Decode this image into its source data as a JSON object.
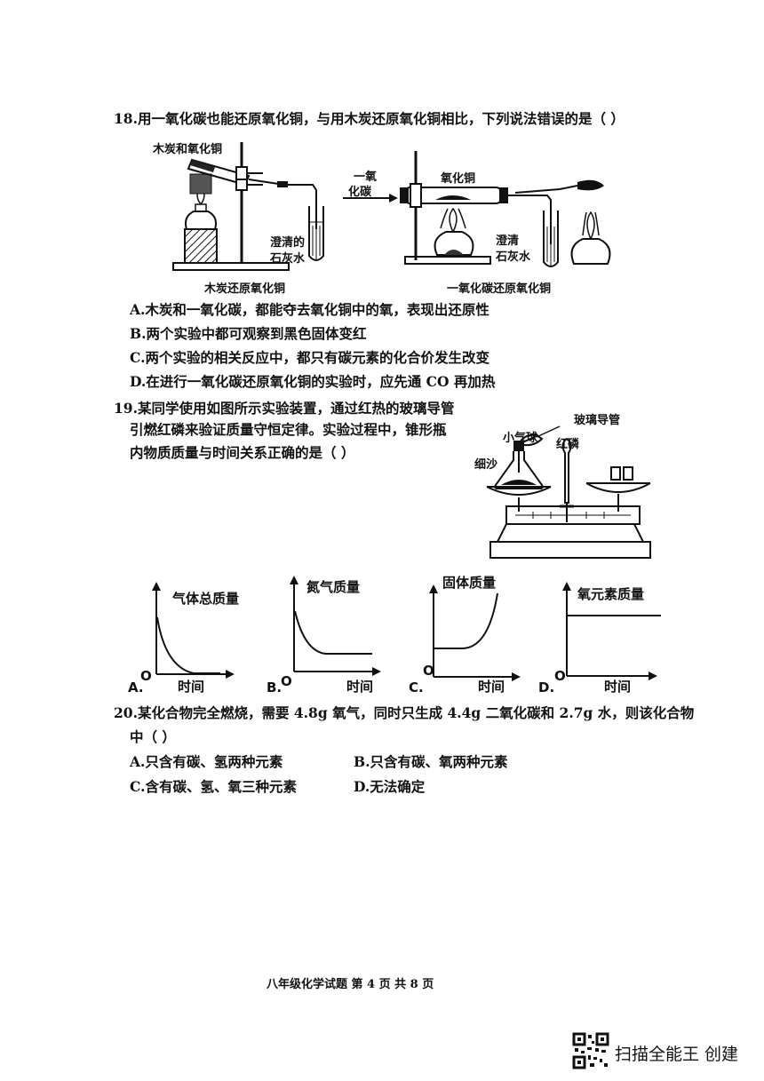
{
  "q18": {
    "stem": "18.用一氧化碳也能还原氧化铜，与用木炭还原氧化铜相比，下列说法错误的是（        ）",
    "fig_left": {
      "label_reactants": "木炭和氧化铜",
      "label_limewater_1": "澄清的",
      "label_limewater_2": "石灰水",
      "caption": "木炭还原氧化铜"
    },
    "fig_right": {
      "label_gas_1": "一氧",
      "label_gas_2": "化碳",
      "label_cuo": "氧化铜",
      "label_limewater_1": "澄清",
      "label_limewater_2": "石灰水",
      "caption": "一氧化碳还原氧化铜"
    },
    "options": [
      "A.木炭和一氧化碳，都能夺去氧化铜中的氧，表现出还原性",
      "B.两个实验中都可观察到黑色固体变红",
      "C.两个实验的相关反应中，都只有碳元素的化合价发生改变",
      "D.在进行一氧化碳还原氧化铜的实验时，应先通 CO 再加热"
    ]
  },
  "q19": {
    "stem_line1": "19.某同学使用如图所示实验装置，通过红热的玻璃导管",
    "stem_line2": "引燃红磷来验证质量守恒定律。实验过程中，锥形瓶",
    "stem_line3": "内物质质量与时间关系正确的是（        ）",
    "fig": {
      "label_balloon": "小气球",
      "label_tube": "玻璃导管",
      "label_phosphorus": "红磷",
      "label_sand": "细沙"
    },
    "graphs": [
      {
        "letter": "A.",
        "ylabel": "气体总质量",
        "xlabel": "时间",
        "origin": "O"
      },
      {
        "letter": "B.",
        "ylabel": "氮气质量",
        "xlabel": "时间",
        "origin": "O"
      },
      {
        "letter": "C.",
        "ylabel": "固体质量",
        "xlabel": "时间",
        "origin": "O"
      },
      {
        "letter": "D.",
        "ylabel": "氧元素质量",
        "xlabel": "时间",
        "origin": "O"
      }
    ]
  },
  "q20": {
    "stem_line1": "20.某化合物完全燃烧，需要 4.8g 氧气，同时只生成 4.4g 二氧化碳和 2.7g 水，则该化合物",
    "stem_line2": "中（        ）",
    "options": [
      "A.只含有碳、氢两种元素",
      "B.只含有碳、氧两种元素",
      "C.含有碳、氢、氧三种元素",
      "D.无法确定"
    ]
  },
  "footer": "八年级化学试题   第 4 页   共 8 页",
  "watermark": "扫描全能王 创建"
}
